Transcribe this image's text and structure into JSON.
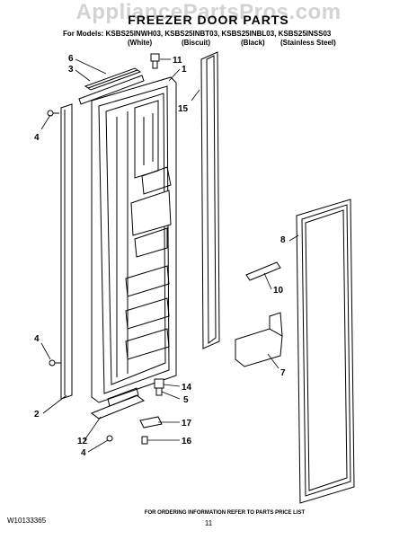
{
  "watermark": "AppliancePartsPros.com",
  "title": "FREEZER DOOR PARTS",
  "models": {
    "prefix": "For Models:",
    "list": "KSBS25INWH03, KSBS25INBT03, KSBS25INBL03, KSBS25INSS03",
    "colors": [
      "(White)",
      "(Biscuit)",
      "(Black)",
      "(Stainless Steel)"
    ]
  },
  "callouts": [
    "6",
    "3",
    "11",
    "1",
    "4",
    "15",
    "8",
    "10",
    "4",
    "7",
    "14",
    "5",
    "2",
    "17",
    "12",
    "16",
    "4"
  ],
  "footer": {
    "part_number": "W10133365",
    "ordering_info": "FOR ORDERING INFORMATION REFER TO PARTS PRICE LIST",
    "page": "11"
  }
}
